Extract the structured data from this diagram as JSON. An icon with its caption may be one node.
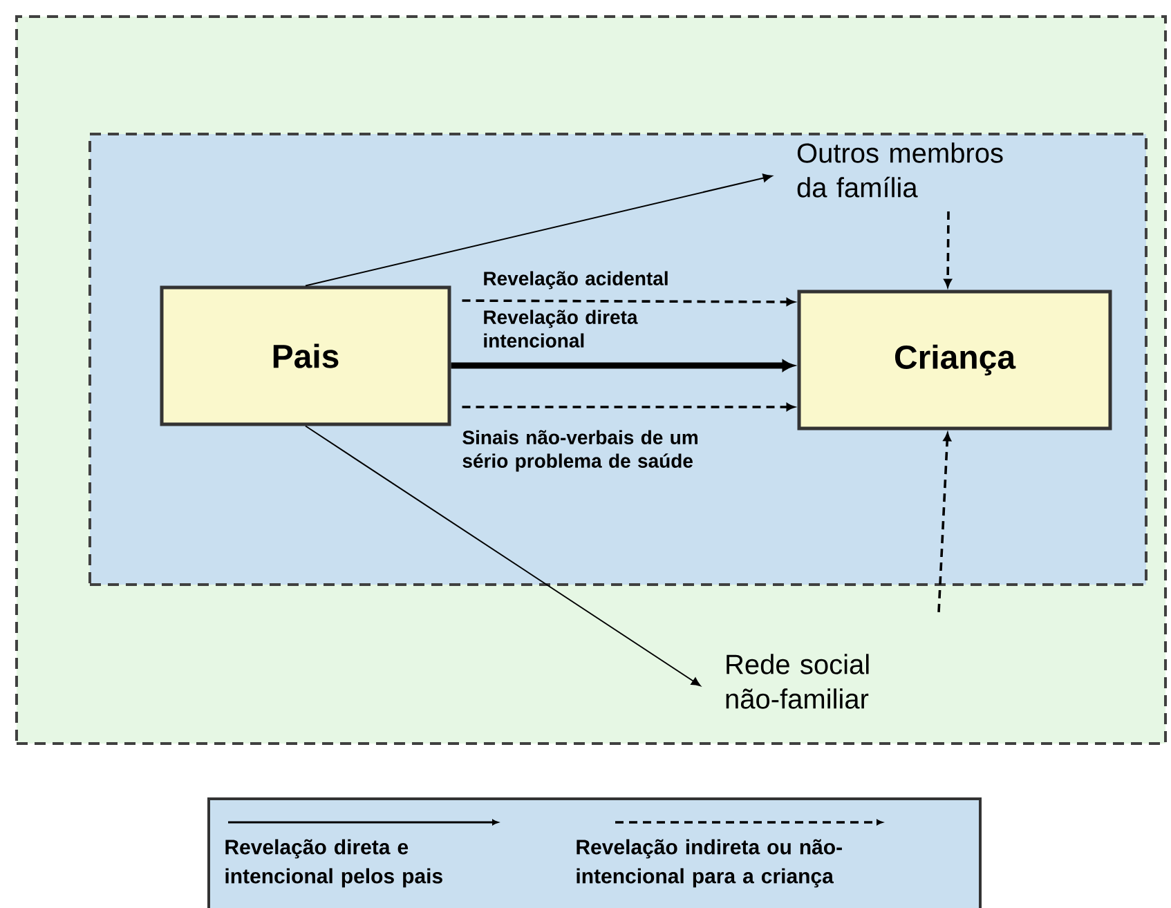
{
  "diagram": {
    "nodes": [
      {
        "text": [],
        "shape": "box"
      },
      {
        "text": [],
        "shape": "box",
        "in": 0
      },
      {
        "text": [
          "Pais"
        ],
        "in": 1
      },
      {
        "text": [
          "Criança"
        ],
        "in": 1
      },
      {
        "text": [
          "Outros membros da família"
        ],
        "in": 1
      },
      {
        "text": [
          "Rede social não-familiar"
        ],
        "in": 0
      }
    ],
    "edges": [
      {
        "from": 2,
        "to": 4,
        "arrow": "to"
      },
      {
        "from": 2,
        "to": 3,
        "arrow": "to",
        "style": "dashed",
        "label": "Revelação acidental"
      },
      {
        "from": 2,
        "to": 3,
        "arrow": "to",
        "style": "thick",
        "label": "Revelação direta intencional"
      },
      {
        "from": 2,
        "to": 3,
        "arrow": "to",
        "style": "dashed",
        "label": "Sinais não-verbais de um sério problema de saúde"
      },
      {
        "from": 4,
        "to": 3,
        "arrow": "to",
        "style": "dashed"
      },
      {
        "from": 5,
        "to": 3,
        "arrow": "to",
        "style": "dashed"
      },
      {
        "from": 2,
        "to": 5,
        "arrow": "to"
      }
    ],
    "legend": [
      {
        "text": "Revelação direta e intencional pelos pais"
      },
      {
        "text": "Revelação indireta ou não-intencional para a criança"
      }
    ]
  }
}
